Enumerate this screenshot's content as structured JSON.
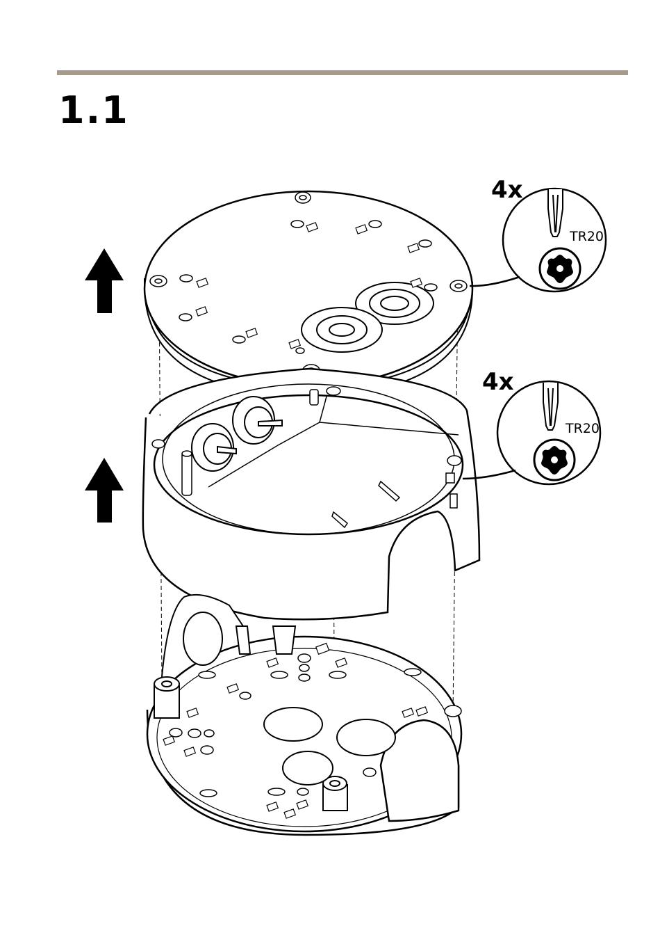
{
  "step": {
    "number": "1.1"
  },
  "colors": {
    "rule": "#a89a8a",
    "ink": "#000000"
  },
  "callouts": [
    {
      "quantity": "4x",
      "tool": "TR20",
      "icon": "torx-tr20-icon"
    },
    {
      "quantity": "4x",
      "tool": "TR20",
      "icon": "torx-tr20-icon"
    }
  ]
}
